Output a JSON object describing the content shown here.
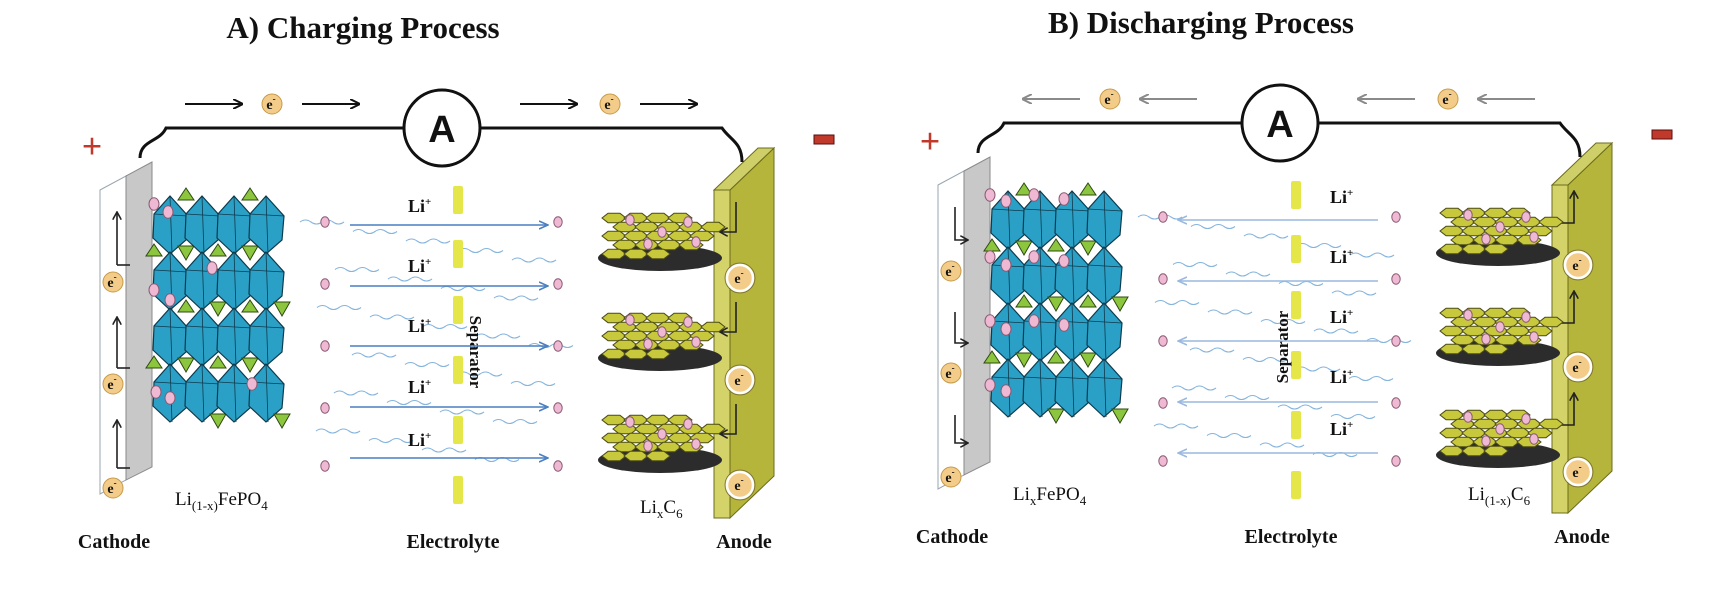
{
  "panels": [
    {
      "title": "A) Charging Process",
      "ammeter": "A",
      "cathode_label": "Cathode",
      "electrolyte_label": "Electrolyte",
      "anode_label": "Anode",
      "separator_label": "Separator",
      "ion_label": "Li",
      "ion_charge": "+",
      "electron_label": "e",
      "electron_charge": "-",
      "positive_terminal": "+",
      "negative_terminal": "−",
      "cathode_material": {
        "pre": "Li",
        "sub": "(1-x)",
        "post": "FePO",
        "sub2": "4"
      },
      "anode_material": {
        "pre": "Li",
        "sub": "x",
        "post": "C",
        "sub2": "6"
      },
      "flow_direction": "right"
    },
    {
      "title": "B) Discharging Process",
      "ammeter": "A",
      "cathode_label": "Cathode",
      "electrolyte_label": "Electrolyte",
      "anode_label": "Anode",
      "separator_label": "Separator",
      "ion_label": "Li",
      "ion_charge": "+",
      "electron_label": "e",
      "electron_charge": "-",
      "positive_terminal": "+",
      "negative_terminal": "−",
      "cathode_material": {
        "pre": "Li",
        "sub": "x",
        "post": "FePO",
        "sub2": "4"
      },
      "anode_material": {
        "pre": "Li",
        "sub": "(1-x)",
        "post": "C",
        "sub2": "6"
      },
      "flow_direction": "left"
    }
  ],
  "colors": {
    "octahedron": "#2aa0c6",
    "tetrahedron": "#8cc63f",
    "graphite": "#c8c83c",
    "anode_plate": "#b4b53a",
    "cathode_plate": "#c8c8c8",
    "lithium": "#efb9d3",
    "electron": "#f2cc88",
    "separator": "#e4e64a",
    "ion_arrow": "#4a7fc1",
    "electrolyte_wave": "#5c9bd2",
    "terminal_positive": "#c0392b",
    "terminal_negative": "#c0392b"
  }
}
